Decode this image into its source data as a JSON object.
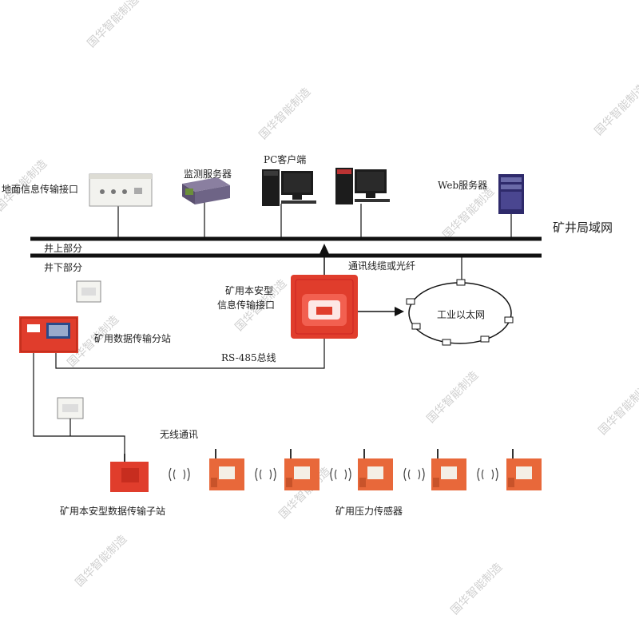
{
  "labels": {
    "surface_interface": "地面信息传输接口",
    "monitor_server": "监测服务器",
    "pc_client": "PC客户端",
    "web_server": "Web服务器",
    "mine_lan": "矿井局域网",
    "above_ground": "井上部分",
    "below_ground": "井下部分",
    "comm_cable": "通讯线缆或光纤",
    "mine_transfer_interface_line1": "矿用本安型",
    "mine_transfer_interface_line2": "信息传输接口",
    "industrial_ethernet": "工业以太网",
    "data_substation": "矿用数据传输分站",
    "rs485_bus": "RS-485总线",
    "wireless_comm": "无线通讯",
    "data_sub_station": "矿用本安型数据传输子站",
    "pressure_sensor": "矿用压力传感器"
  },
  "watermark": "国华智能制造",
  "colors": {
    "device_red": "#e03d2c",
    "sensor_orange": "#e8683a",
    "line": "#111111",
    "watermark": "#cfcfcf"
  },
  "icons": [
    "computer-icon",
    "server-icon",
    "wireless-signal-icon"
  ]
}
